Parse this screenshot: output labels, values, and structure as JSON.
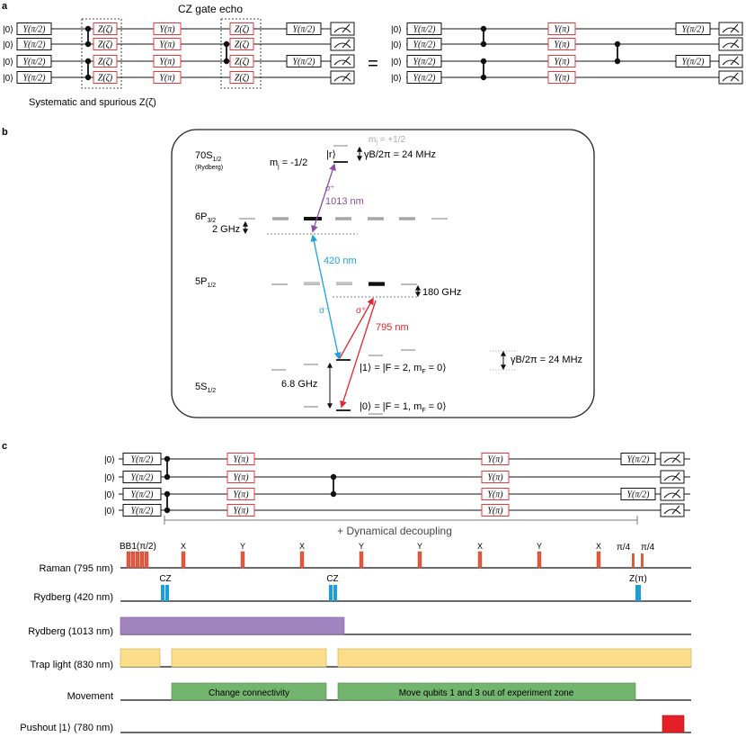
{
  "panel_a": {
    "label": "a",
    "title": "CZ gate echo",
    "ket0": "|0⟩",
    "y_half": "Y(π/2)",
    "y_pi": "Y(π)",
    "z_zeta": "Z(ζ)",
    "equals": "=",
    "caption": "Systematic and spurious Z(ζ)"
  },
  "panel_b": {
    "label": "b",
    "level_70s": "70S",
    "level_70s_sub": "1/2",
    "level_70s_note": "(Rydberg)",
    "mj_plus": "m",
    "mj_plus_sub": "j",
    "mj_plus_val": " = +1/2",
    "mj_minus": "m",
    "mj_minus_sub": "j",
    "mj_minus_val": " = -1/2",
    "ket_r": "|r⟩",
    "zeeman_r": "γB/2π = 24 MHz",
    "sigma_plus_top": "σ⁺",
    "wl_1013": "1013 nm",
    "level_6p": "6P",
    "level_6p_sub": "3/2",
    "detuning_6p": "2 GHz",
    "wl_420": "420 nm",
    "level_5p": "5P",
    "level_5p_sub": "1/2",
    "detuning_5p": "180 GHz",
    "sigma_minus": "σ⁻",
    "sigma_plus": "σ⁺",
    "wl_795": "795 nm",
    "ket_1": "|1⟩ =  |F = 2, m",
    "ket_1_sub": "F",
    "ket_1_end": " = 0⟩",
    "zeeman_ground": "γB/2π = 24 MHz",
    "hyperfine": "6.8 GHz",
    "level_5s": "5S",
    "level_5s_sub": "1/2",
    "ket_0": "|0⟩ =  |F = 1, m",
    "ket_0_sub": "F",
    "ket_0_end": " = 0⟩"
  },
  "panel_c": {
    "label": "c",
    "ket0": "|0⟩",
    "y_half": "Y(π/2)",
    "y_pi": "Y(π)",
    "dd_label": "+ Dynamical decoupling",
    "bb1": "BB1(π/2)",
    "pulse_labels": [
      "X",
      "Y",
      "X",
      "Y",
      "Y",
      "X",
      "Y",
      "X"
    ],
    "pi4_a": "π/4",
    "pi4_b": "π/4",
    "cz_1": "CZ",
    "cz_2": "CZ",
    "z_pi": "Z(π)",
    "rows": {
      "raman": "Raman (795 nm)",
      "rydberg420": "Rydberg (420 nm)",
      "rydberg1013": "Rydberg (1013 nm)",
      "trap": "Trap light (830 nm)",
      "movement": "Movement",
      "pushout": "Pushout |1⟩ (780 nm)"
    },
    "move_1": "Change connectivity",
    "move_2": "Move qubits 1 and 3 out of experiment zone"
  },
  "colors": {
    "red_gate": "#e8383d",
    "raman": "#e25b3c",
    "rydberg420": "#1b9ed9",
    "rydberg1013": "#a184c0",
    "trap": "#fbdd8a",
    "movement": "#73b56f",
    "pushout": "#e41f25",
    "purple_arrow": "#8e4ba5",
    "blue_arrow": "#1aa3dd",
    "red_arrow": "#e1262d",
    "grey_level": "#a7a7a7"
  }
}
